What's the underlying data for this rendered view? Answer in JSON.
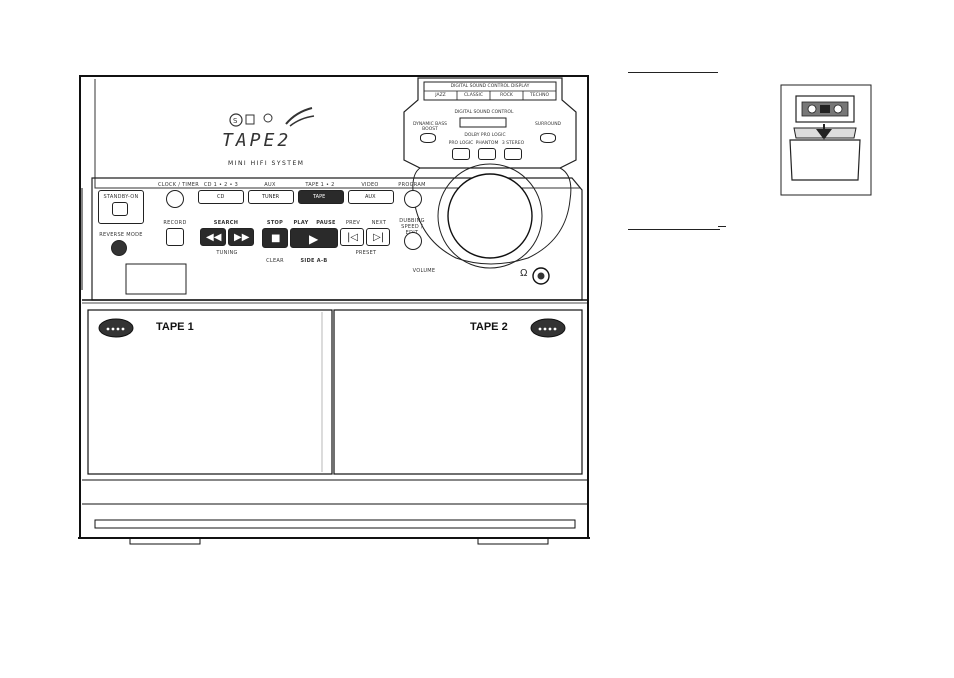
{
  "display": {
    "source": "TAPE2",
    "model": "MINI HIFI SYSTEM"
  },
  "digital_sound_control": {
    "display_label": "DIGITAL SOUND CONTROL DISPLAY",
    "modes": [
      "JAZZ",
      "CLASSIC",
      "ROCK",
      "TECHNO"
    ],
    "control_label": "DIGITAL SOUND CONTROL",
    "dynamic_bass_boost": "DYNAMIC BASS BOOST",
    "surround": "SURROUND",
    "dolby": {
      "label": "DOLBY PRO LOGIC",
      "options": [
        "PRO LOGIC",
        "PHANTOM",
        "3 STEREO"
      ]
    }
  },
  "front_panel": {
    "standby": "STANDBY-ON",
    "reverse_mode": "REVERSE MODE",
    "clock_timer": "CLOCK / TIMER",
    "record": "RECORD",
    "tape_select": "TAPE 1 • 2",
    "source_buttons": [
      {
        "label": "CD",
        "top": "CD 1 • 2 • 3"
      },
      {
        "label": "TUNER",
        "top": "AUX"
      },
      {
        "label": "TAPE",
        "top": "TAPE 1 • 2"
      },
      {
        "label": "AUX",
        "top": "VIDEO"
      }
    ],
    "search": "SEARCH",
    "tuning": "TUNING",
    "stop": "STOP",
    "play": "PLAY",
    "pause": "PAUSE",
    "prev": "PREV",
    "next": "NEXT",
    "clear": "CLEAR",
    "side": "SIDE A-B",
    "preset": "PRESET",
    "progress": "PROGRAM",
    "dynamic_vol": "DUBBING SPEED / EDIT",
    "volume": "VOLUME"
  },
  "decks": {
    "tape1": "TAPE 1",
    "tape2": "TAPE 2"
  }
}
